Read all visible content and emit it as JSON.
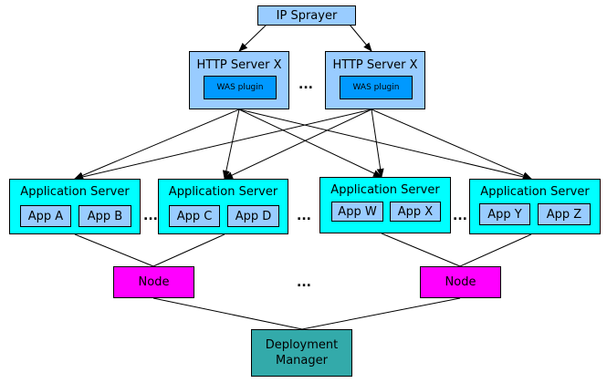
{
  "sprayer": {
    "label": "IP Sprayer"
  },
  "http_servers": [
    {
      "title": "HTTP Server X",
      "plugin": "WAS plugin"
    },
    {
      "title": "HTTP Server X",
      "plugin": "WAS plugin"
    }
  ],
  "app_servers": [
    {
      "title": "Application Server",
      "apps": [
        "App A",
        "App B"
      ]
    },
    {
      "title": "Application Server",
      "apps": [
        "App C",
        "App D"
      ]
    },
    {
      "title": "Application Server",
      "apps": [
        "App W",
        "App X"
      ]
    },
    {
      "title": "Application Server",
      "apps": [
        "App Y",
        "App Z"
      ]
    }
  ],
  "nodes": [
    {
      "label": "Node"
    },
    {
      "label": "Node"
    }
  ],
  "manager": {
    "line1": "Deployment",
    "line2": "Manager"
  },
  "ellipsis": "...",
  "colors": {
    "sprayer_fill": "#99ccff",
    "http_fill": "#99ccff",
    "plugin_fill": "#0099ff",
    "app_server_fill": "#00ffff",
    "app_fill": "#99ccff",
    "node_fill": "#ff00ff",
    "manager_fill": "#33aaaa"
  }
}
